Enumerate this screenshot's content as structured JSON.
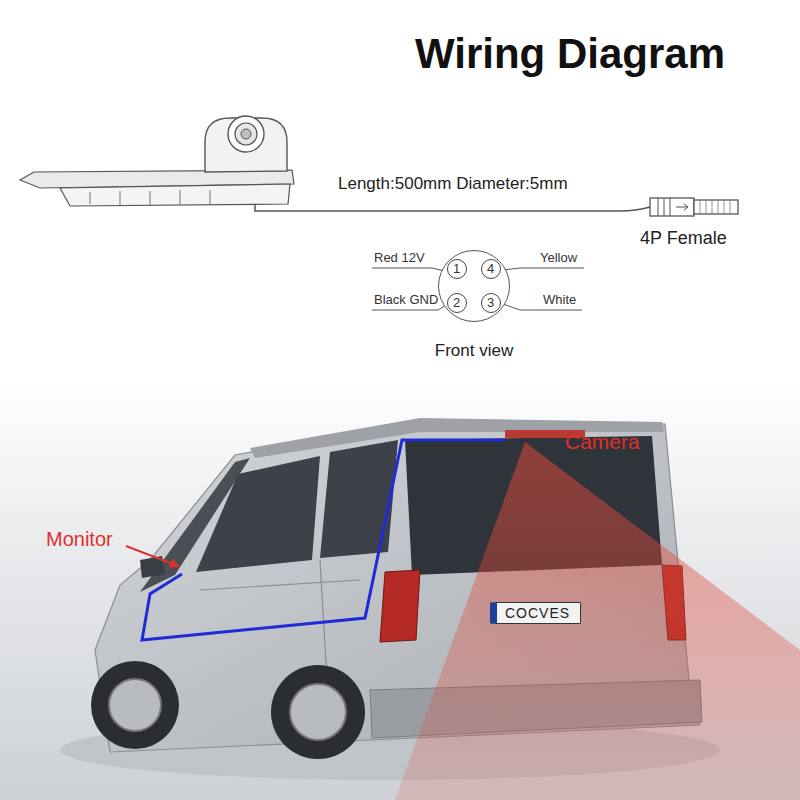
{
  "diagram": {
    "title": "Wiring Diagram",
    "nodes": [
      {
        "text": [
          "Front view"
        ]
      },
      {
        "text": [
          "1"
        ],
        "in": 0
      },
      {
        "text": [
          "4"
        ],
        "in": 0
      },
      {
        "text": [
          "2"
        ],
        "in": 0
      },
      {
        "text": [
          "3"
        ],
        "in": 0
      },
      {
        "text": [
          "COCVES"
        ]
      }
    ],
    "labels": [
      "Length:500mm Diameter:5mm",
      "4P Female",
      "Red 12V",
      "Yellow",
      "Black GND",
      "White",
      "Monitor",
      "Camera"
    ]
  }
}
